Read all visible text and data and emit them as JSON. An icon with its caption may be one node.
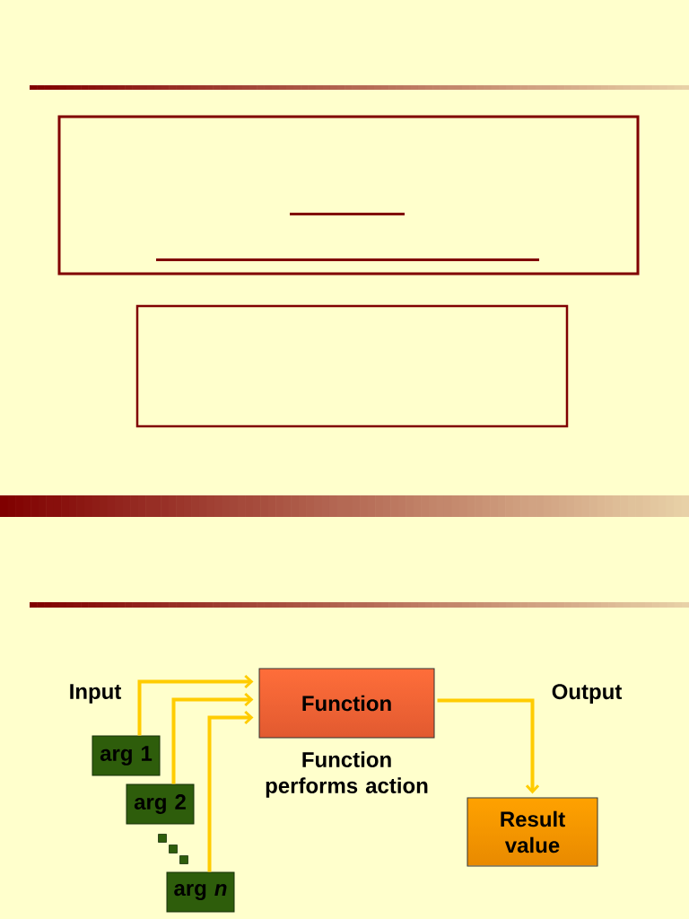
{
  "diagram": {
    "nodes": [
      {
        "text": [],
        "shape": "box"
      },
      {
        "text": [],
        "shape": "box"
      },
      {
        "text": [
          "Function"
        ],
        "beside": [
          "Function performs action"
        ]
      },
      {
        "text": [
          "arg 1"
        ]
      },
      {
        "text": [
          "arg 2"
        ]
      },
      {
        "text": [
          "arg *n*"
        ]
      },
      {
        "text": [
          "Result value"
        ]
      }
    ],
    "edges": [
      {
        "from": 3,
        "to": 2,
        "arrow": "to"
      },
      {
        "from": 4,
        "to": 2,
        "arrow": "to"
      },
      {
        "from": 5,
        "to": 2,
        "arrow": "to"
      },
      {
        "from": 2,
        "to": 6,
        "arrow": "to"
      }
    ],
    "labels": [
      "Input",
      "Output"
    ]
  }
}
